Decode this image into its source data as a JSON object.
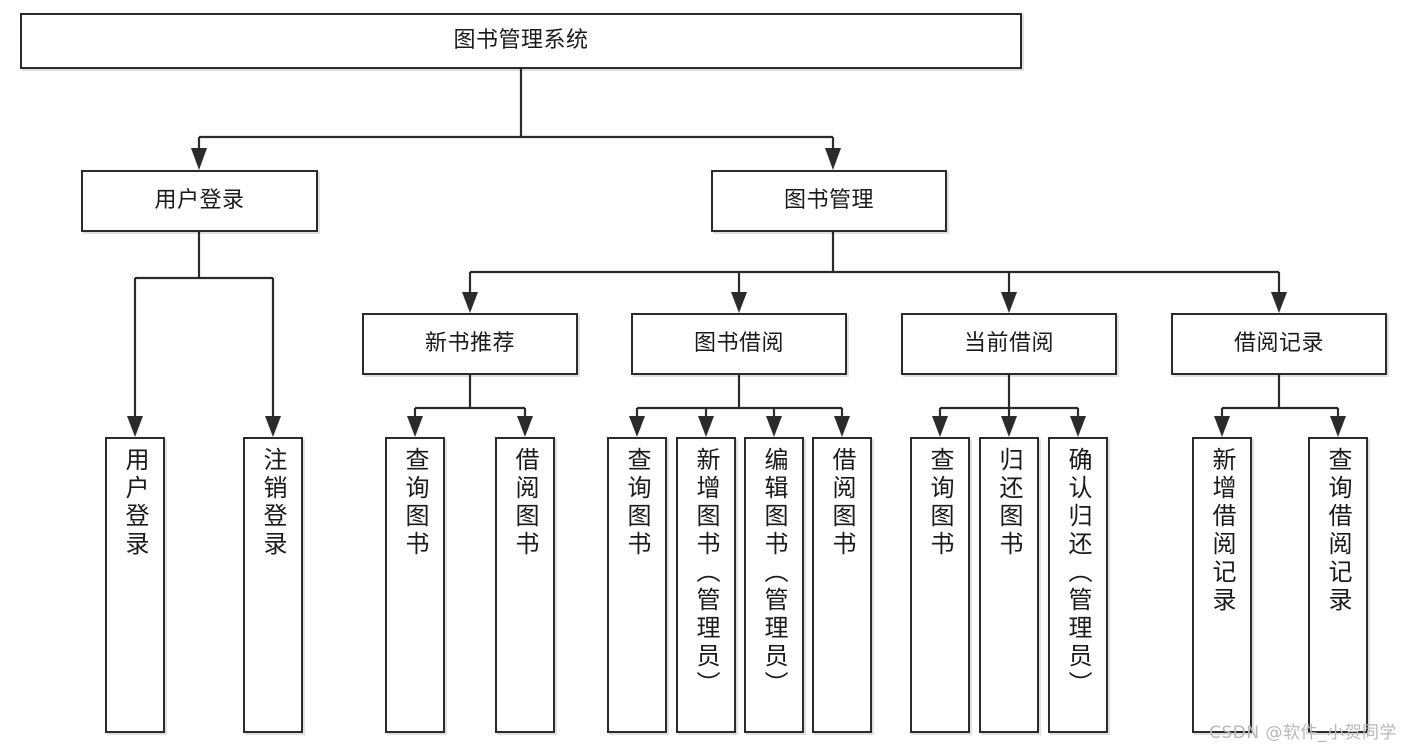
{
  "diagram": {
    "type": "tree-hierarchy",
    "title_node": {
      "id": "root",
      "label": "图书管理系统"
    },
    "level2": [
      {
        "id": "user-login",
        "label": "用户登录"
      },
      {
        "id": "book-manage",
        "label": "图书管理"
      }
    ],
    "level3": [
      {
        "id": "new-book-rec",
        "label": "新书推荐",
        "parent": "book-manage"
      },
      {
        "id": "book-borrow",
        "label": "图书借阅",
        "parent": "book-manage"
      },
      {
        "id": "current-borrow",
        "label": "当前借阅",
        "parent": "book-manage"
      },
      {
        "id": "borrow-record",
        "label": "借阅记录",
        "parent": "book-manage"
      }
    ],
    "leaves": [
      {
        "id": "leaf-user-login",
        "label": "用户登录",
        "parent": "user-login"
      },
      {
        "id": "leaf-logout-login",
        "label": "注销登录",
        "parent": "user-login"
      },
      {
        "id": "leaf-query-book-1",
        "label": "查询图书",
        "parent": "new-book-rec"
      },
      {
        "id": "leaf-borrow-book-1",
        "label": "借阅图书",
        "parent": "new-book-rec"
      },
      {
        "id": "leaf-query-book-2",
        "label": "查询图书",
        "parent": "book-borrow"
      },
      {
        "id": "leaf-add-book",
        "label": "新增图书（管理员）",
        "parent": "book-borrow"
      },
      {
        "id": "leaf-edit-book",
        "label": "编辑图书（管理员）",
        "parent": "book-borrow"
      },
      {
        "id": "leaf-borrow-book-2",
        "label": "借阅图书",
        "parent": "book-borrow"
      },
      {
        "id": "leaf-query-book-3",
        "label": "查询图书",
        "parent": "current-borrow"
      },
      {
        "id": "leaf-return-book",
        "label": "归还图书",
        "parent": "current-borrow"
      },
      {
        "id": "leaf-confirm-return",
        "label": "确认归还（管理员）",
        "parent": "current-borrow"
      },
      {
        "id": "leaf-add-record",
        "label": "新增借阅记录",
        "parent": "borrow-record"
      },
      {
        "id": "leaf-query-record",
        "label": "查询借阅记录",
        "parent": "borrow-record"
      }
    ],
    "colors": {
      "stroke": "#2b2b2b",
      "fill": "#ffffff",
      "text": "#1a1a1a",
      "watermark": "#b8b8b8"
    }
  },
  "watermark": {
    "text": "CSDN @软件_小贺同学"
  }
}
